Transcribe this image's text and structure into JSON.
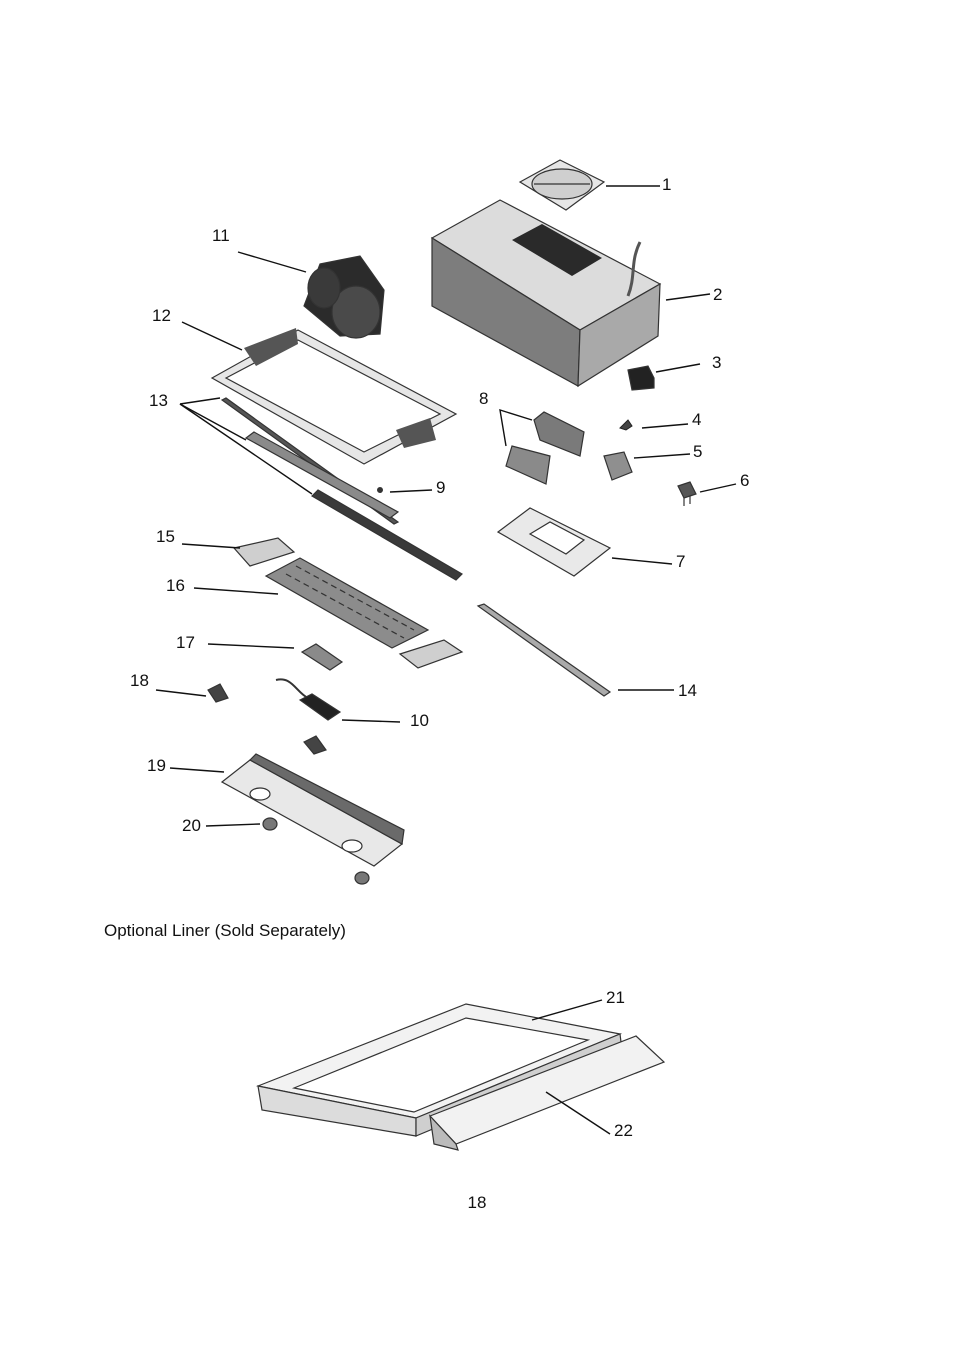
{
  "caption": "Optional Liner (Sold Separately)",
  "page_number": "18",
  "callouts": [
    "1",
    "2",
    "3",
    "4",
    "5",
    "6",
    "7",
    "8",
    "9",
    "10",
    "11",
    "12",
    "13",
    "14",
    "15",
    "16",
    "17",
    "18",
    "19",
    "20",
    "21",
    "22"
  ]
}
